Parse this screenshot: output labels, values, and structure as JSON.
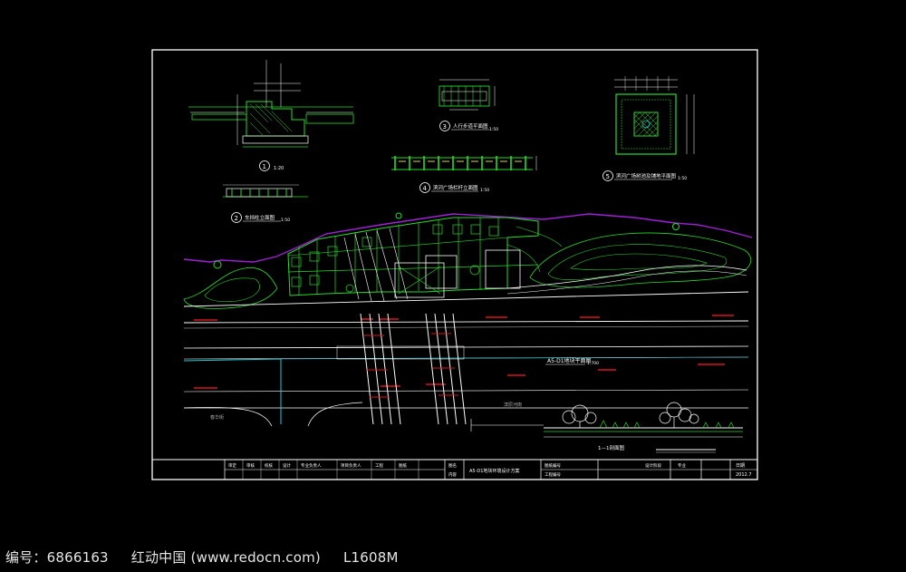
{
  "drawing": {
    "plan_title": "A5-D1地块平面图",
    "plan_scale": "1:700",
    "section_title": "1—1剖面图",
    "detail_1_label": "1",
    "detail_1_scale": "1:20",
    "detail_2_label": "2",
    "detail_2_title": "车挡柱立面图",
    "detail_2_scale": "1:50",
    "detail_3_label": "3",
    "detail_3_title": "人行步道平面图",
    "detail_3_scale": "1:50",
    "detail_4_label": "4",
    "detail_4_title": "滨河广场栏杆立面图",
    "detail_4_scale": "1:50",
    "detail_5_label": "5",
    "detail_5_title": "滨河广场树池及铺地平面图",
    "detail_5_scale": "1:50",
    "road_label_left": "春华街",
    "road_label_right": "滨原河南"
  },
  "title_block": {
    "cells": [
      "审定",
      "审核",
      "校核",
      "设计",
      "专业负责人",
      "项目负责人",
      "工程",
      "图纸"
    ],
    "project_label_1": "图名",
    "project_label_2": "内容",
    "drawing_name": "A5-D1地块环境设计方案",
    "field_1": "图纸编号",
    "field_2": "工程编号",
    "field_3": "设计阶段",
    "field_4": "专业",
    "date_label": "日期",
    "date_value": "2012.7"
  },
  "colors": {
    "frame": "#ffffff",
    "green": "#2bd92b",
    "cyan": "#22c7d6",
    "magenta": "#a020d6",
    "red": "#d8161e",
    "yellow": "#e2d23a"
  },
  "watermark": {
    "id_text": "编号：6866163",
    "site_text": "红动中国 (www.redocn.com)",
    "code_text": "L1608M"
  }
}
